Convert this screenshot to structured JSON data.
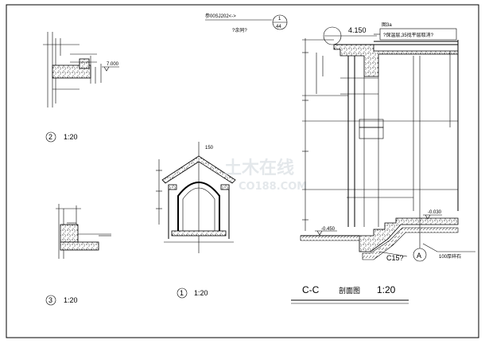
{
  "drawing": {
    "detail_2": {
      "number": "2",
      "scale": "1:20",
      "level": "7.000"
    },
    "detail_3": {
      "number": "3",
      "scale": "1:20"
    },
    "detail_1": {
      "number": "1",
      "scale": "1:20",
      "dim": "150"
    },
    "section": {
      "title": "C-C",
      "subtitle": "剖面图",
      "scale": "1:20",
      "ref_code": "参00SJ202<->",
      "ref_note": "?余同?",
      "ref_num": "1",
      "ref_sheet": "44",
      "top_level": "4.150",
      "note_label": "图3a",
      "note_text": "?保温层,35找平层取消?",
      "level_a": "-0.030",
      "level_b": "-0.450",
      "axis": "A",
      "c15": "C15?",
      "base_note": "100厚碎石"
    },
    "watermark": {
      "line1": "土木在线",
      "line2": "CO188.COM"
    }
  }
}
